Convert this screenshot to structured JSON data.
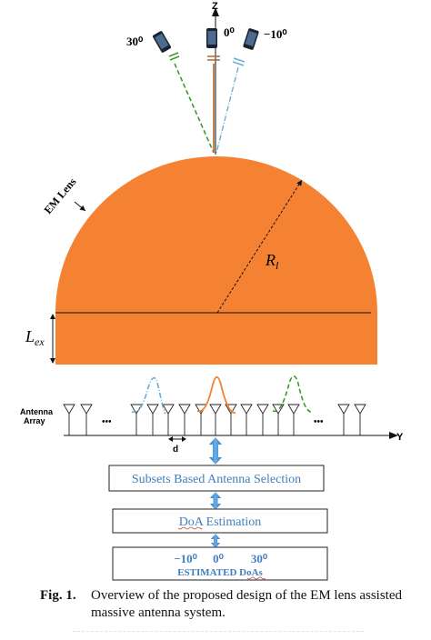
{
  "axes": {
    "z": "Z",
    "y": "Y"
  },
  "users": [
    {
      "angle": "30⁰",
      "color": "#3a9a2a"
    },
    {
      "angle": "0⁰",
      "color": "#b5652a"
    },
    {
      "angle": "−10⁰",
      "color": "#6aaed6"
    }
  ],
  "lens": {
    "label": "EM Lens",
    "radius_label": "R",
    "radius_sub": "l",
    "extension_label": "L",
    "extension_sub": "ex",
    "color": "#f58232"
  },
  "array": {
    "label_line1": "Antenna",
    "label_line2": "Array",
    "ellipsis_left": "•••",
    "ellipsis_right": "•••",
    "spacing_label": "d"
  },
  "pipeline": [
    {
      "label": "Subsets Based Antenna Selection"
    },
    {
      "label": "DoA Estimation"
    }
  ],
  "estimated": {
    "values": [
      "−10⁰",
      "0⁰",
      "30⁰"
    ],
    "label": "ESTIMATED DoAs"
  },
  "caption": {
    "figure": "Fig. 1.",
    "text": "Overview of the proposed design of the EM lens assisted massive antenna system."
  },
  "colors": {
    "box_text": "#3f7fbf",
    "arrow": "#4a8fd4"
  }
}
